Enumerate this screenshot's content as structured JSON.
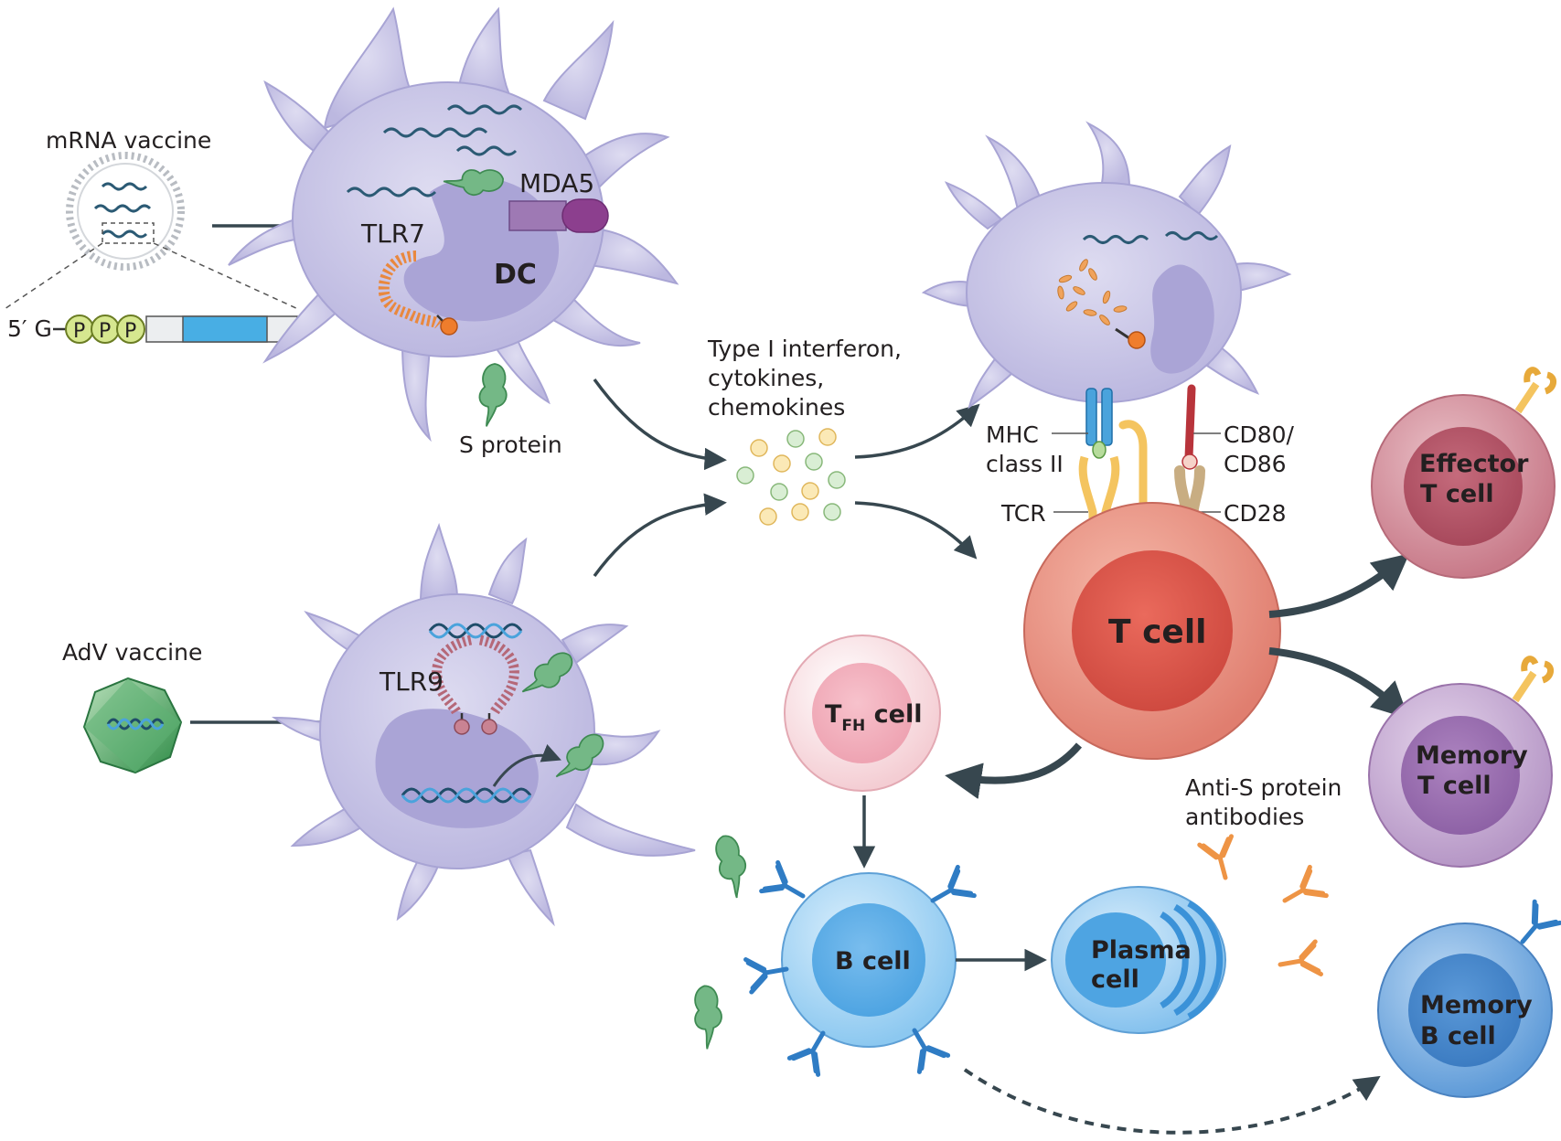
{
  "labels": {
    "mrna_vaccine": "mRNA vaccine",
    "five_prime": "5′ G",
    "p": "P",
    "mda5": "MDA5",
    "tlr7": "TLR7",
    "dc": "DC",
    "s_protein": "S protein",
    "type1_line1": "Type I interferon,",
    "type1_line2": "cytokines,",
    "type1_line3": "chemokines",
    "adv_vaccine": "AdV vaccine",
    "tlr9": "TLR9",
    "mhc_line1": "MHC",
    "mhc_line2": "class II",
    "tcr": "TCR",
    "cd80_line1": "CD80/",
    "cd80_line2": "CD86",
    "cd28": "CD28",
    "t_cell": "T cell",
    "effector_line1": "Effector",
    "effector_line2": "T cell",
    "memory_t_line1": "Memory",
    "memory_t_line2": "T cell",
    "tfh_t": "T",
    "tfh_sub": "FH",
    "tfh_rest": " cell",
    "b_cell": "B cell",
    "plasma_line1": "Plasma",
    "plasma_line2": "cell",
    "anti_s_line1": "Anti-S protein",
    "anti_s_line2": "antibodies",
    "memory_b_line1": "Memory",
    "memory_b_line2": "B cell"
  },
  "colors": {
    "dc_body": "#c9c6e6",
    "dc_nucleus": "#a9a3d3",
    "t_cell": "#e2786e",
    "effector": "#c46878",
    "memory_t": "#a783b8",
    "tfh": "#f6c9d1",
    "b_cell": "#6db5ea",
    "memory_b": "#4e8fd2",
    "arrow": "#37474f",
    "s_protein": "#6cb07a",
    "antibody_blue": "#3b8fd6",
    "antibody_orange": "#ef9a48"
  }
}
